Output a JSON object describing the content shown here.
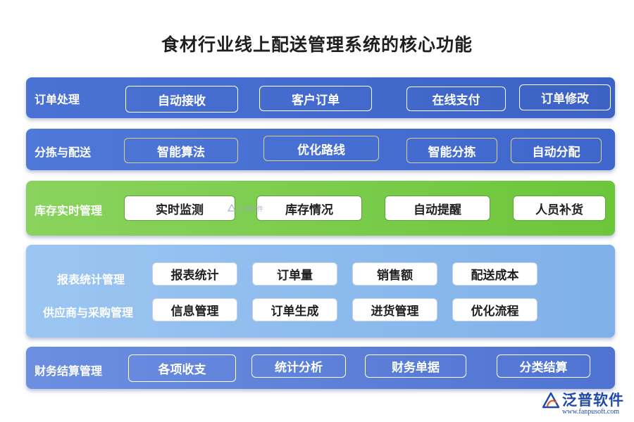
{
  "title": "食材行业线上配送管理系统的核心功能",
  "rows": [
    {
      "label": "订单处理",
      "items": [
        "自动接收",
        "客户订单",
        "在线支付",
        "订单修改"
      ]
    },
    {
      "label": "分拣与配送",
      "items": [
        "智能算法",
        "优化路线",
        "智能分拣",
        "自动分配"
      ]
    },
    {
      "label": "库存实时管理",
      "items": [
        "实时监测",
        "库存情况",
        "自动提醒",
        "人员补货"
      ]
    },
    {
      "label_a": "报表统计管理",
      "label_b": "供应商与采购管理",
      "items_a": [
        "报表统计",
        "订单量",
        "销售额",
        "配送成本"
      ],
      "items_b": [
        "信息管理",
        "订单生成",
        "进货管理",
        "优化流程"
      ]
    },
    {
      "label": "财务结算管理",
      "items": [
        "各项收支",
        "统计分析",
        "财务单据",
        "分类结算"
      ]
    }
  ],
  "watermark": "泛普软件",
  "logo": {
    "name": "泛普软件",
    "url": "www.fanpusoft.com"
  },
  "colors": {
    "band_blue_dark": "#3f63c9",
    "band_blue_mid": "#5b86e0",
    "band_green": "#7fcf4f",
    "band_light_blue": "#88b7ec",
    "band_finance": "#5a7fd8"
  }
}
